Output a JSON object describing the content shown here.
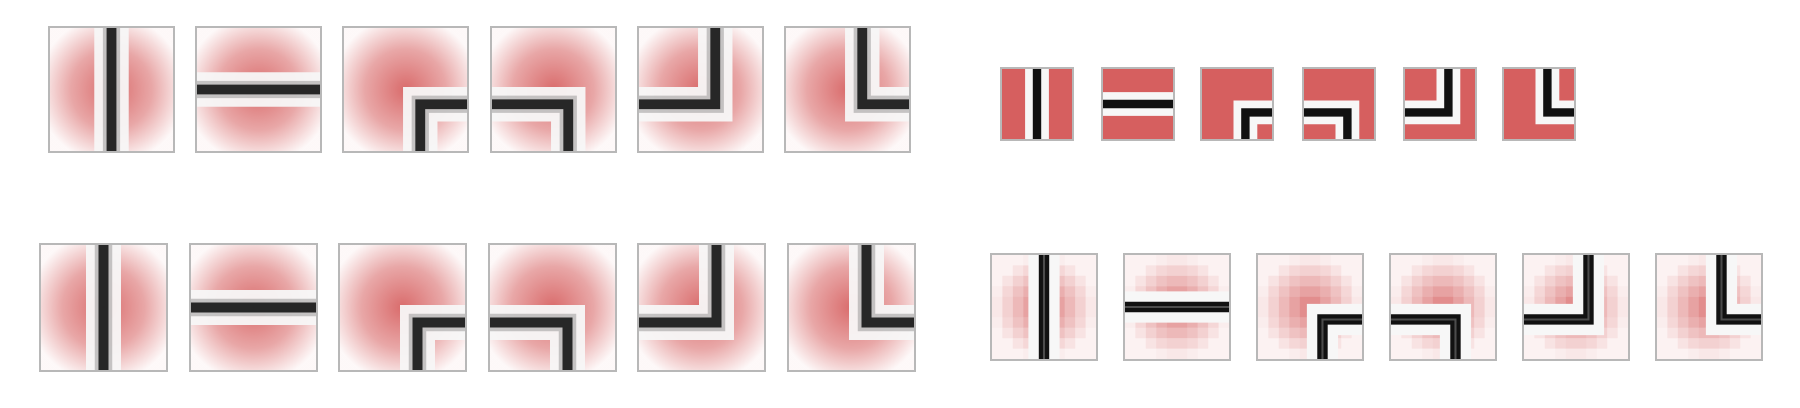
{
  "figure": {
    "colors": {
      "red": "#d65f5f",
      "white": "#ffffff",
      "black": "#111111",
      "tile_border": "#b8b8b8"
    },
    "panels": [
      {
        "name": "panel-top-left",
        "patterns": [
          "vertical-line",
          "horizontal-line",
          "corner-bottom-right",
          "corner-bottom-left",
          "corner-top-left",
          "corner-top-right"
        ],
        "style": "smooth"
      },
      {
        "name": "panel-top-right",
        "patterns": [
          "vertical-line",
          "horizontal-line",
          "corner-bottom-right",
          "corner-bottom-left",
          "corner-top-left",
          "corner-top-right"
        ],
        "style": "solid"
      },
      {
        "name": "panel-bottom-left",
        "patterns": [
          "vertical-line",
          "horizontal-line",
          "corner-bottom-right",
          "corner-bottom-left",
          "corner-top-left",
          "corner-top-right"
        ],
        "style": "smooth"
      },
      {
        "name": "panel-bottom-right",
        "patterns": [
          "vertical-line",
          "horizontal-line",
          "corner-bottom-right",
          "corner-bottom-left",
          "corner-top-left",
          "corner-top-right"
        ],
        "style": "pixelated"
      }
    ]
  }
}
